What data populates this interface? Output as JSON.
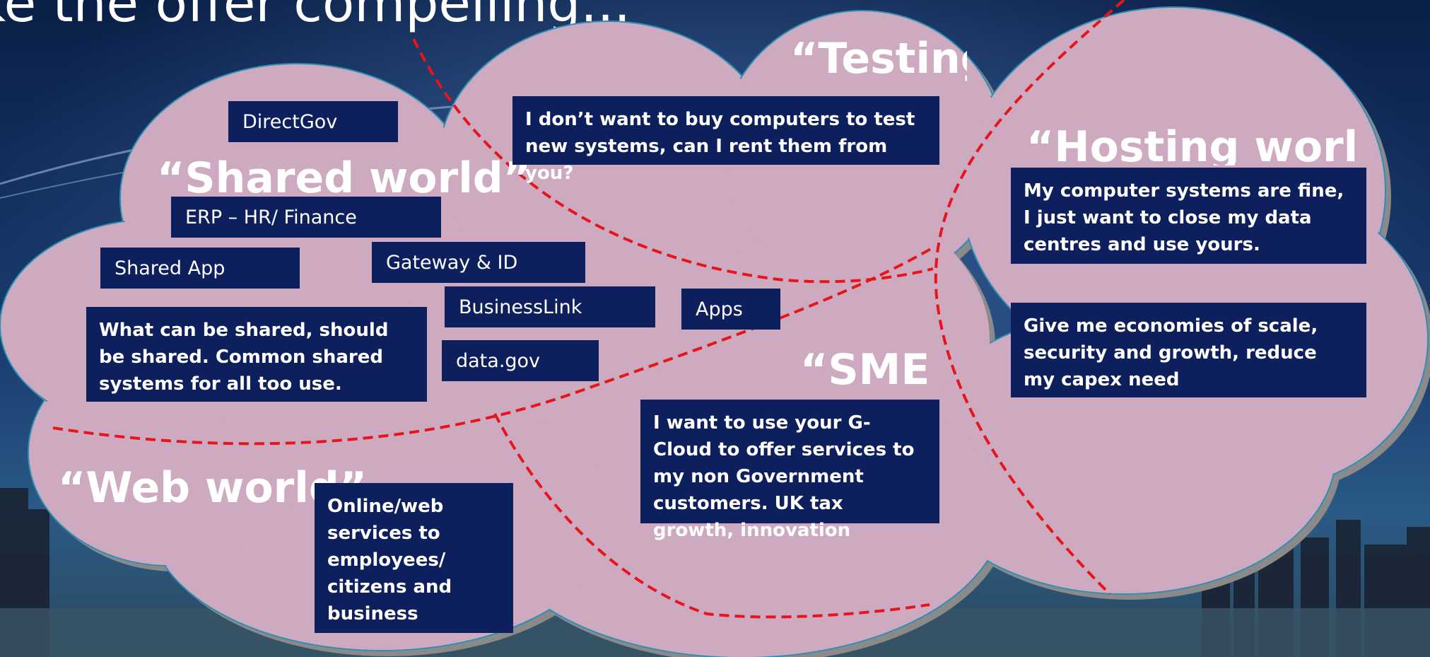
{
  "slide": {
    "title_fragment": "ake the offer compelling..."
  },
  "worlds": {
    "shared": {
      "heading": "“Shared world”",
      "description": "What can be shared, should be shared.  Common shared systems for all too use."
    },
    "testing": {
      "heading": "“Testing world”",
      "description": "I don’t want to buy computers to test new systems, can I rent them from you?"
    },
    "hosting": {
      "heading": "“Hosting world”",
      "description_1": "My computer systems are fine, I just want to close my data centres and use yours.",
      "description_2": "Give me economies of scale, security and growth, reduce my capex need"
    },
    "sme": {
      "heading": "“SME world”",
      "description": "I want to use your G-Cloud to offer services to my non Government customers.  UK tax growth, innovation"
    },
    "web": {
      "heading": "“Web world”",
      "description": "Online/web services to employees/ citizens and business"
    }
  },
  "services": {
    "directgov": "DirectGov",
    "erp": "ERP – HR/ Finance",
    "shared_app": "Shared App",
    "gateway": "Gateway & ID",
    "businesslink": "BusinessLink",
    "apps": "Apps",
    "datagov": "data.gov"
  },
  "colors": {
    "cloud_fill": "#cdaac0",
    "cloud_outline": "#2e8fb5",
    "cloud_shadow": "#8a8a8a",
    "divider": "#e8141c",
    "box_fill": "#0d1f5c",
    "text": "#ffffff"
  }
}
